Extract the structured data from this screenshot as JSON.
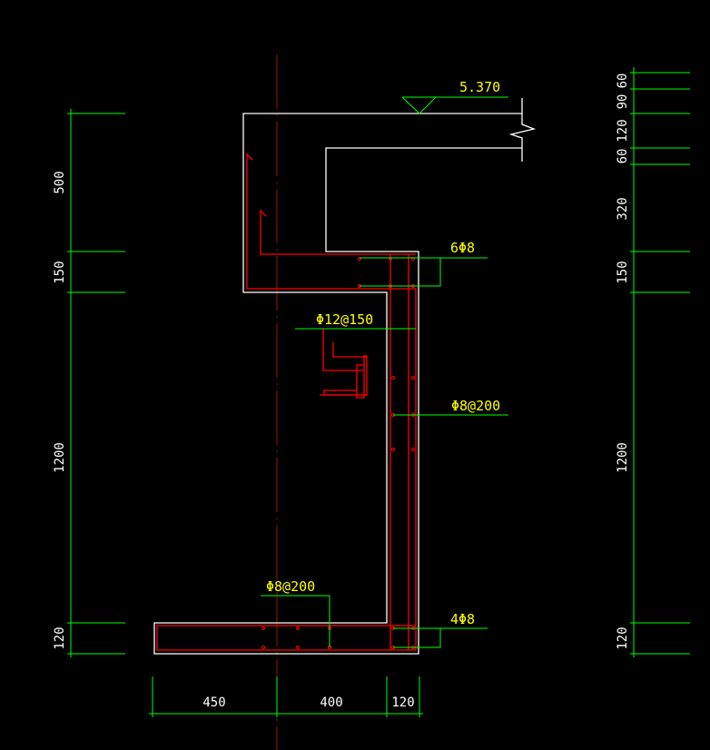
{
  "drawing": {
    "elevation": "5.370",
    "rebar_labels": {
      "top_longitudinal": "6Φ8",
      "stirrup_hook": "Φ12@150",
      "wall_distribution": "Φ8@200",
      "bottom_distribution": "Φ8@200",
      "bottom_longitudinal": "4Φ8"
    },
    "left_dimensions": [
      "500",
      "150",
      "1200",
      "120"
    ],
    "right_dimensions": [
      "60",
      "90",
      "120",
      "60",
      "320",
      "150",
      "1200",
      "120"
    ],
    "bottom_dimensions": [
      "450",
      "400",
      "120"
    ],
    "colors": {
      "concrete": "#ffffff",
      "rebar": "#ff0000",
      "dimension": "#00ff00",
      "annotation": "#ffff00"
    }
  }
}
